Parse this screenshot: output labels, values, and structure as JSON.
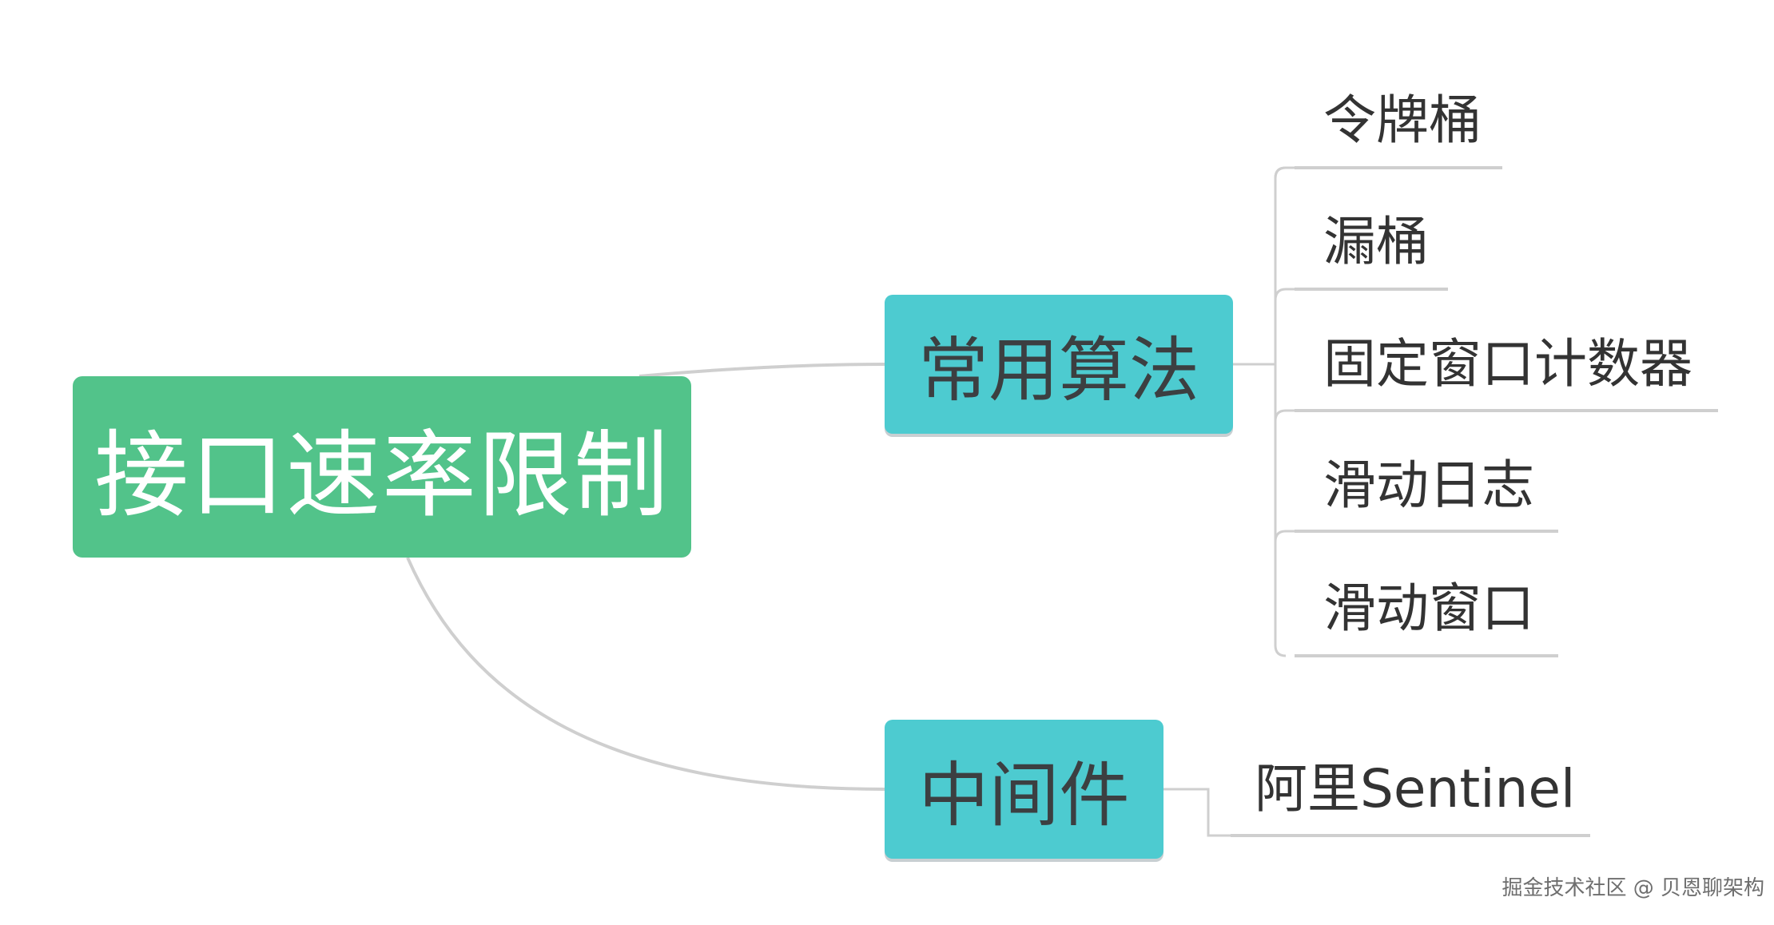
{
  "root": {
    "label": "接口速率限制"
  },
  "branches": [
    {
      "label": "常用算法",
      "children": [
        "令牌桶",
        "漏桶",
        "固定窗口计数器",
        "滑动日志",
        "滑动窗口"
      ]
    },
    {
      "label": "中间件",
      "children": [
        "阿里Sentinel"
      ]
    }
  ],
  "watermark": "掘金技术社区 @ 贝恩聊架构",
  "colors": {
    "root": "#52c38a",
    "branch": "#4dcbd0",
    "connector": "#cfcfcf"
  }
}
